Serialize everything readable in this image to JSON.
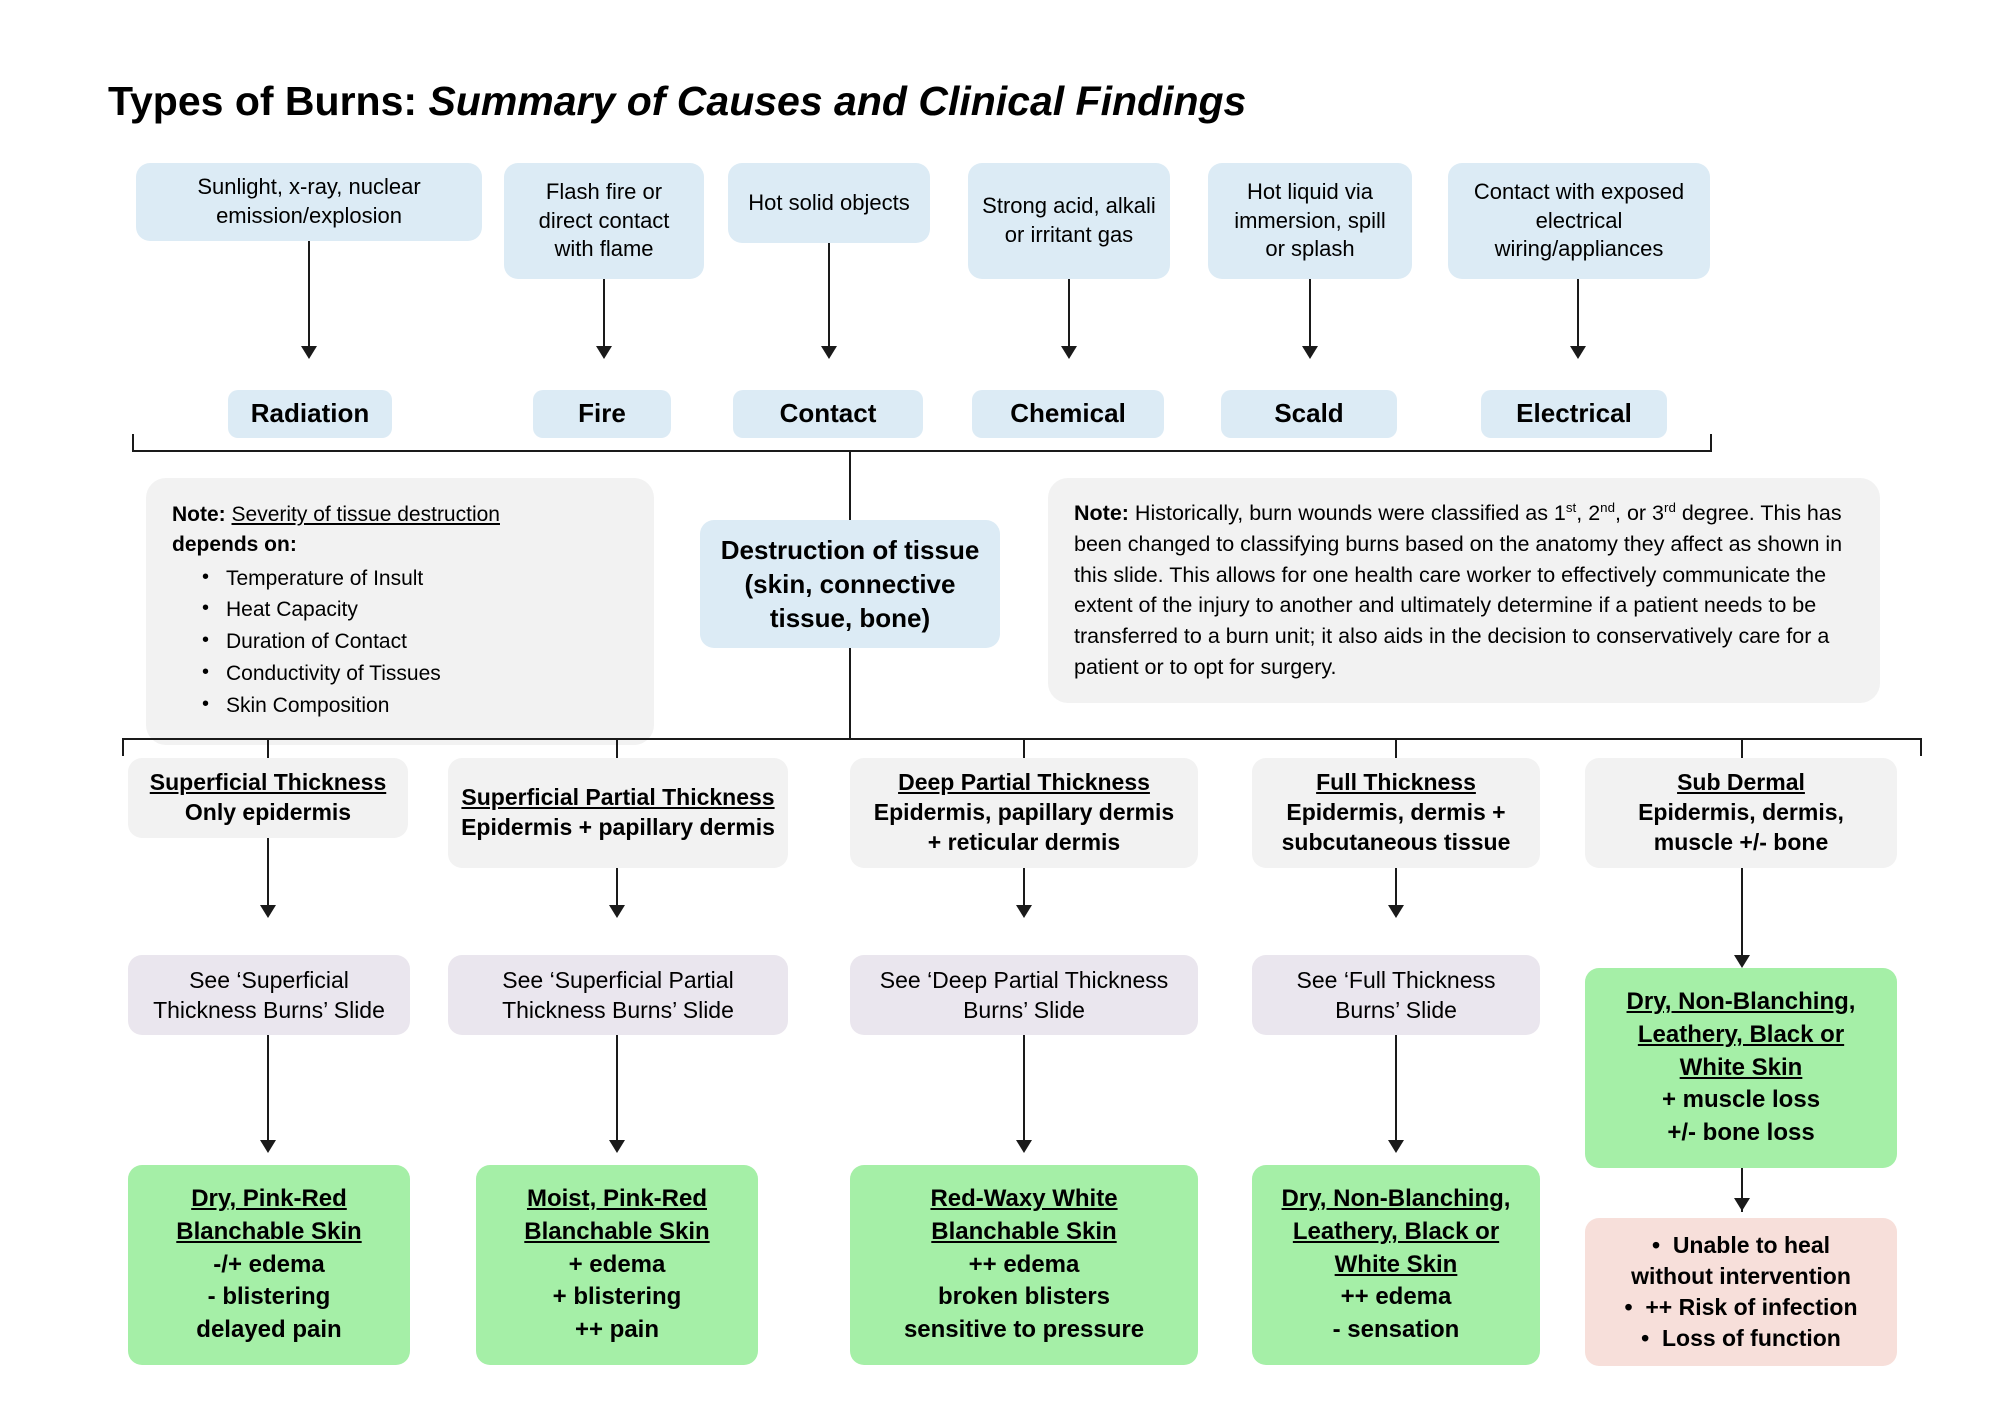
{
  "title": {
    "main": "Types of Burns:",
    "sub": "Summary of Causes and Clinical Findings"
  },
  "causes": [
    {
      "text": "Sunlight, x-ray, nuclear emission/explosion",
      "type": "Radiation"
    },
    {
      "text": "Flash fire or direct contact with flame",
      "type": "Fire"
    },
    {
      "text": "Hot solid objects",
      "type": "Contact"
    },
    {
      "text": "Strong acid, alkali or irritant gas",
      "type": "Chemical"
    },
    {
      "text": "Hot liquid via immersion, spill or splash",
      "type": "Scald"
    },
    {
      "text": "Contact with exposed electrical wiring/appliances",
      "type": "Electrical"
    }
  ],
  "note_left": {
    "label": "Note:",
    "underlined": "Severity of tissue destruction",
    "depends": "depends on:",
    "items": [
      "Temperature of Insult",
      "Heat Capacity",
      "Duration of Contact",
      "Conductivity of Tissues",
      "Skin Composition"
    ]
  },
  "center_box": {
    "line1": "Destruction of tissue",
    "line2": "(skin, connective",
    "line3": "tissue, bone)"
  },
  "note_right": {
    "label": "Note:",
    "body_1": " Historically, burn wounds were classified as 1",
    "sup_1": "st",
    "body_2": ", 2",
    "sup_2": "nd",
    "body_3": ", or 3",
    "sup_3": "rd",
    "body_4": " degree. This has been changed to classifying burns based on the anatomy they affect as shown in this slide. This allows for one health care worker to effectively communicate the extent of the injury to another and ultimately determine if a patient needs to be transferred to a burn unit; it also aids in the decision to conservatively care for a patient or to opt for surgery."
  },
  "columns": [
    {
      "thickness_header": "Superficial Thickness",
      "thickness_detail": [
        "Only epidermis"
      ],
      "see_slide": [
        "See ‘Superficial",
        "Thickness Burns’ Slide"
      ],
      "findings_header": [
        "Dry, Pink-Red",
        "Blanchable Skin"
      ],
      "findings_detail": [
        "-/+ edema",
        "- blistering",
        "delayed pain"
      ]
    },
    {
      "thickness_header": "Superficial Partial Thickness",
      "thickness_detail": [
        "Epidermis + papillary dermis"
      ],
      "see_slide": [
        "See ‘Superficial Partial",
        "Thickness Burns’ Slide"
      ],
      "findings_header": [
        "Moist, Pink-Red",
        "Blanchable Skin"
      ],
      "findings_detail": [
        "+ edema",
        "+ blistering",
        "++ pain"
      ]
    },
    {
      "thickness_header": "Deep Partial Thickness",
      "thickness_detail": [
        "Epidermis, papillary dermis",
        "+ reticular dermis"
      ],
      "see_slide": [
        "See ‘Deep Partial Thickness",
        "Burns’ Slide"
      ],
      "findings_header": [
        "Red-Waxy White",
        "Blanchable Skin"
      ],
      "findings_detail": [
        "++ edema",
        "broken blisters",
        "sensitive to pressure"
      ]
    },
    {
      "thickness_header": "Full Thickness",
      "thickness_detail": [
        "Epidermis, dermis +",
        "subcutaneous tissue"
      ],
      "see_slide": [
        "See ‘Full Thickness",
        "Burns’ Slide"
      ],
      "findings_header": [
        "Dry, Non-Blanching,",
        "Leathery, Black or",
        "White Skin"
      ],
      "findings_detail": [
        "++ edema",
        "- sensation"
      ]
    },
    {
      "thickness_header": "Sub Dermal",
      "thickness_detail": [
        "Epidermis, dermis,",
        "muscle +/- bone"
      ],
      "findings_header": [
        "Dry, Non-Blanching,",
        "Leathery, Black or",
        "White Skin"
      ],
      "findings_detail": [
        "+ muscle loss",
        "+/- bone loss"
      ],
      "outcome": [
        "Unable to heal",
        "without intervention",
        "++ Risk of infection",
        "Loss of function"
      ]
    }
  ],
  "colors": {
    "cause_blue": "#dcebf5",
    "note_gray": "#f2f2f2",
    "see_lavender": "#eae6ee",
    "finding_green": "#a5efa7",
    "outcome_pink": "#f7dfda",
    "line_black": "#1a1a1a"
  }
}
